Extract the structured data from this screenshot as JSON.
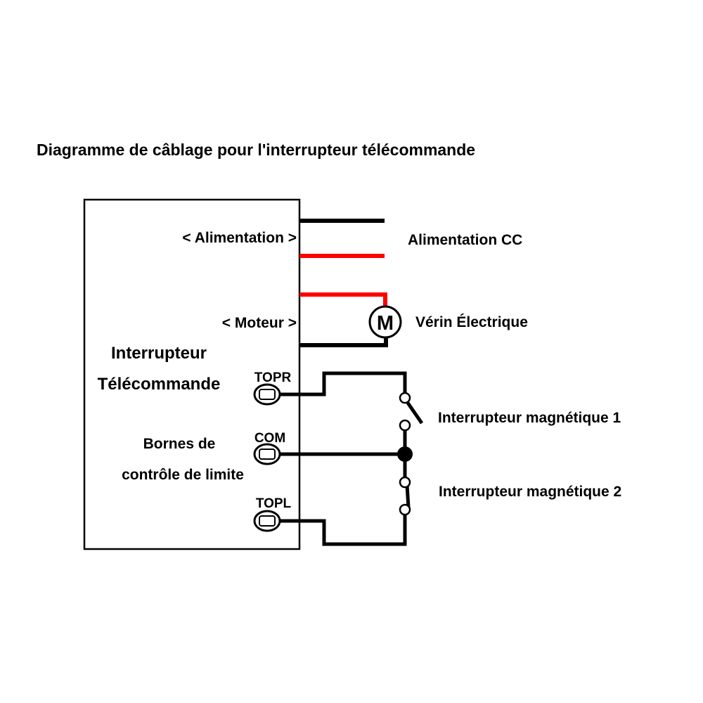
{
  "title": "Diagramme de câblage pour l'interrupteur télécommande",
  "controller": {
    "name_line1": "Interrupteur",
    "name_line2": "Télécommande",
    "power_port": "< Alimentation >",
    "motor_port": "< Moteur >",
    "limit_label_line1": "Bornes de",
    "limit_label_line2": "contrôle de limite",
    "terminals": [
      "TOPR",
      "COM",
      "TOPL"
    ]
  },
  "external": {
    "power_supply": "Alimentation CC",
    "motor_symbol": "M",
    "actuator": "Vérin Électrique",
    "switch1": "Interrupteur magnétique 1",
    "switch2": "Interrupteur magnétique 2"
  },
  "colors": {
    "wire_black": "#000000",
    "wire_red": "#ff0000"
  }
}
